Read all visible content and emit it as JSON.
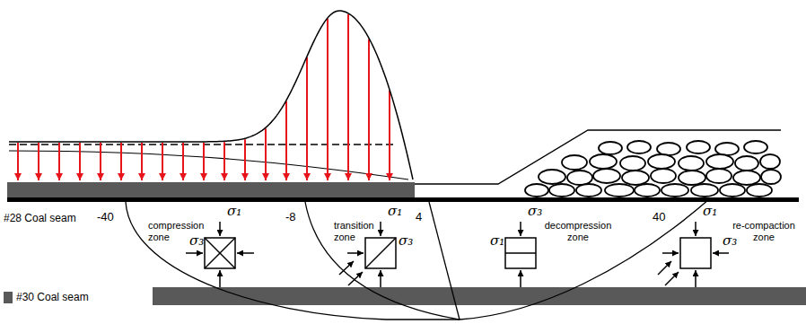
{
  "diagram": {
    "labels": [
      "#28 Coal seam",
      "-40",
      "compression zone",
      "σ₁",
      "σ₃",
      "-8",
      "transition zone",
      "σ₁",
      "σ₃",
      "4",
      "σ₃",
      "σ₁",
      "decompression zone",
      "40",
      "σ₁",
      "σ₃",
      "re-compaction zone"
    ],
    "legend": [
      {
        "text": "#30 Coal seam",
        "color": "#595959"
      }
    ]
  }
}
